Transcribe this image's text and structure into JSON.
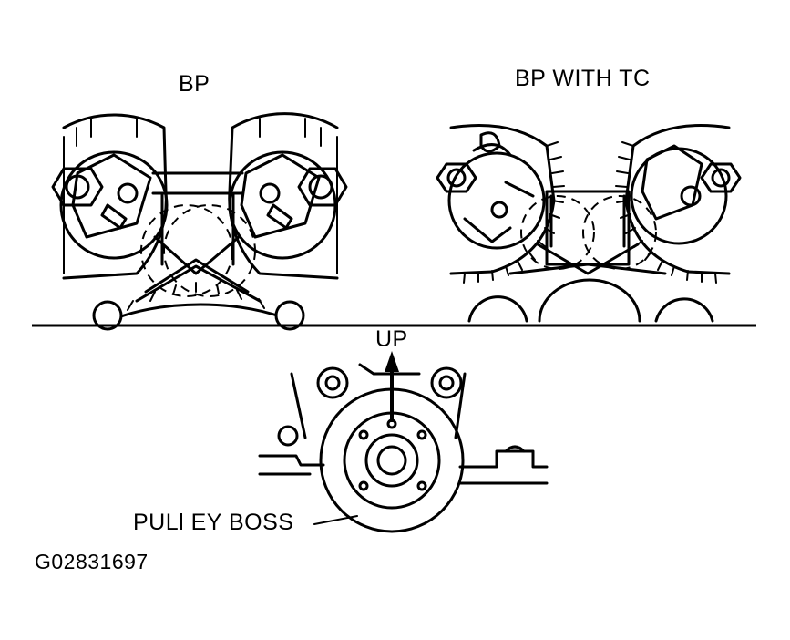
{
  "labels": {
    "bp": "BP",
    "bp_with_tc": "BP WITH TC",
    "up": "UP",
    "pulley_boss": "PULl EY BOSS",
    "figure_id": "G02831697"
  },
  "colors": {
    "line": "#000000",
    "background": "#ffffff"
  }
}
